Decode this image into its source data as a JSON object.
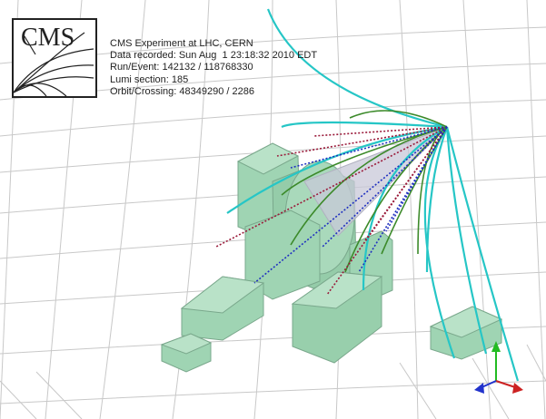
{
  "logo": {
    "text": "CMS"
  },
  "event_info": {
    "line1": "CMS Experiment at LHC, CERN",
    "line2": "Data recorded: Sun Aug  1 23:18:32 2010 EDT",
    "line3": "Run/Event: 142132 / 118768330",
    "line4": "Lumi section: 185",
    "line5": "Orbit/Crossing: 48349290 / 2286"
  },
  "colors": {
    "detector_fill": "#9fd4b3",
    "grid": "#c8c8c8",
    "track_cyan": "#26c6c6",
    "track_green": "#3c8a2a",
    "jet_red": "#9a1a3a",
    "jet_blue": "#2030c0",
    "cone": "#b8b8c8"
  }
}
